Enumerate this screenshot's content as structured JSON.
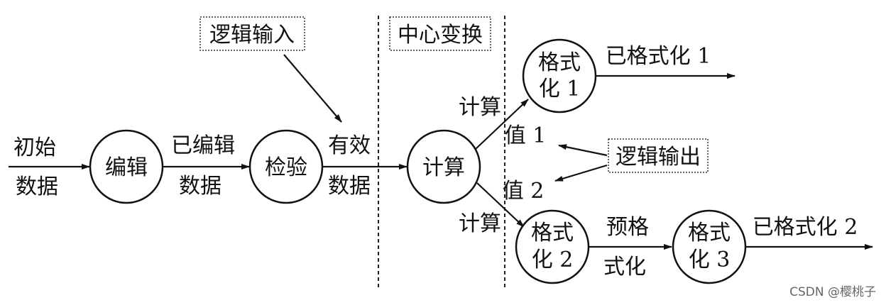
{
  "boundary_labels": {
    "logical_input": "逻辑输入",
    "central_transform": "中心变换",
    "logical_output": "逻辑输出"
  },
  "nodes": {
    "edit": "编辑",
    "check": "检验",
    "compute": "计算",
    "format1": [
      "格式",
      "化 1"
    ],
    "format2": [
      "格式",
      "化 2"
    ],
    "format3": [
      "格式",
      "化 3"
    ]
  },
  "flows": {
    "initial_data": [
      "初始",
      "数据"
    ],
    "edited_data": [
      "已编辑",
      "数据"
    ],
    "valid_data": [
      "有效",
      "数据"
    ],
    "compute_upper": "计算",
    "compute_lower": "计算",
    "value1": "值 1",
    "value2": "值 2",
    "formatted1": "已格式化 1",
    "preformatted": [
      "预格",
      "式化"
    ],
    "formatted2": "已格式化 2"
  },
  "watermark": "CSDN @樱桃子"
}
